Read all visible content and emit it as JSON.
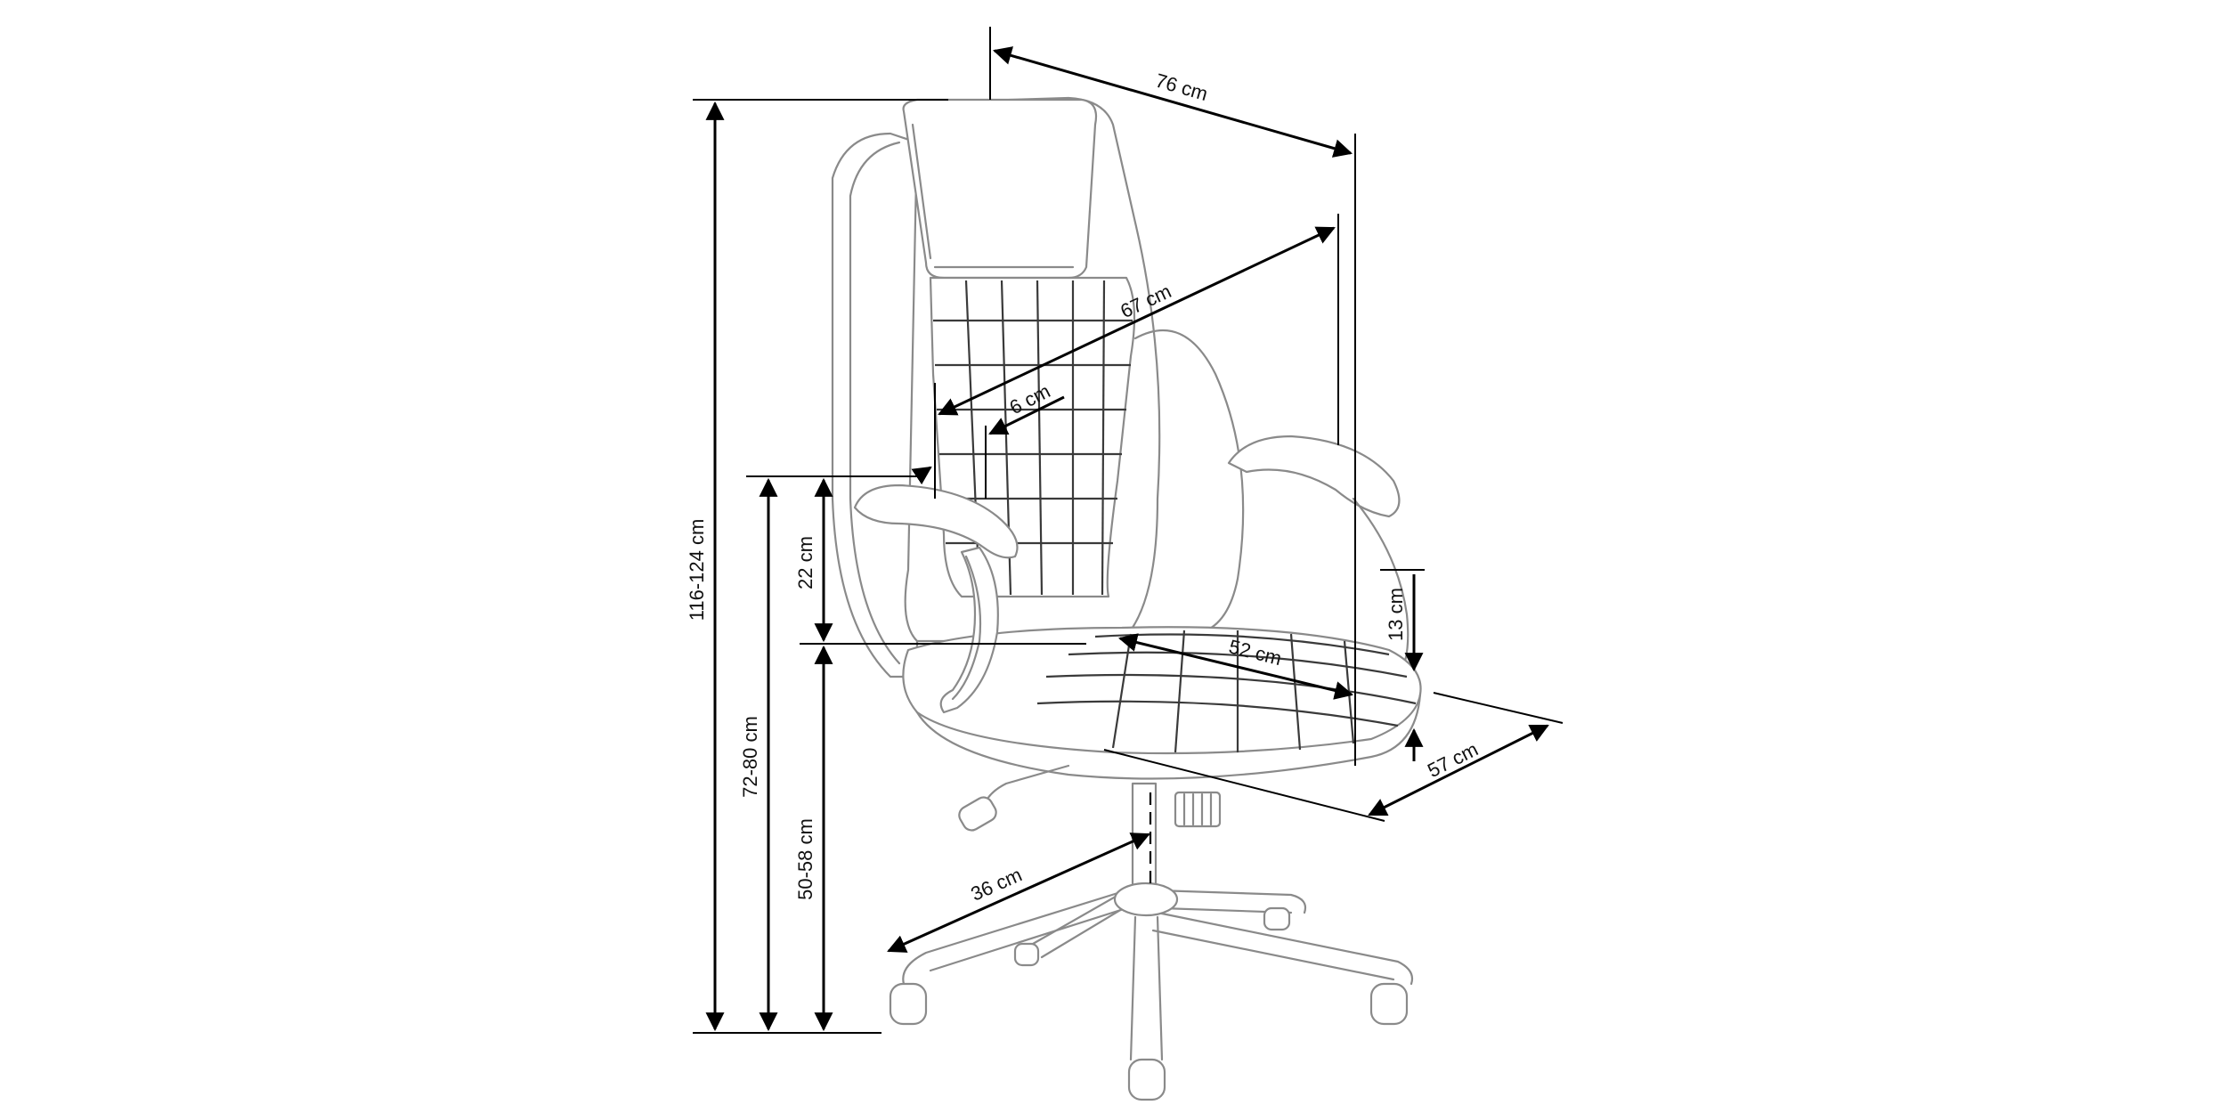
{
  "dimensions": {
    "total_height": "116-124 cm",
    "overall_width": "76 cm",
    "seat_width": "67 cm",
    "armrest_width": "6 cm",
    "armrest_height": "22 cm",
    "seat_height": "50-58 cm",
    "armrest_floor_height": "72-80 cm",
    "seat_depth": "52 cm",
    "depth": "57 cm",
    "seat_thickness": "13 cm",
    "base_radius": "36 cm"
  },
  "colors": {
    "outline": "#8a8a8a",
    "dimension": "#000000",
    "background": "#ffffff"
  }
}
